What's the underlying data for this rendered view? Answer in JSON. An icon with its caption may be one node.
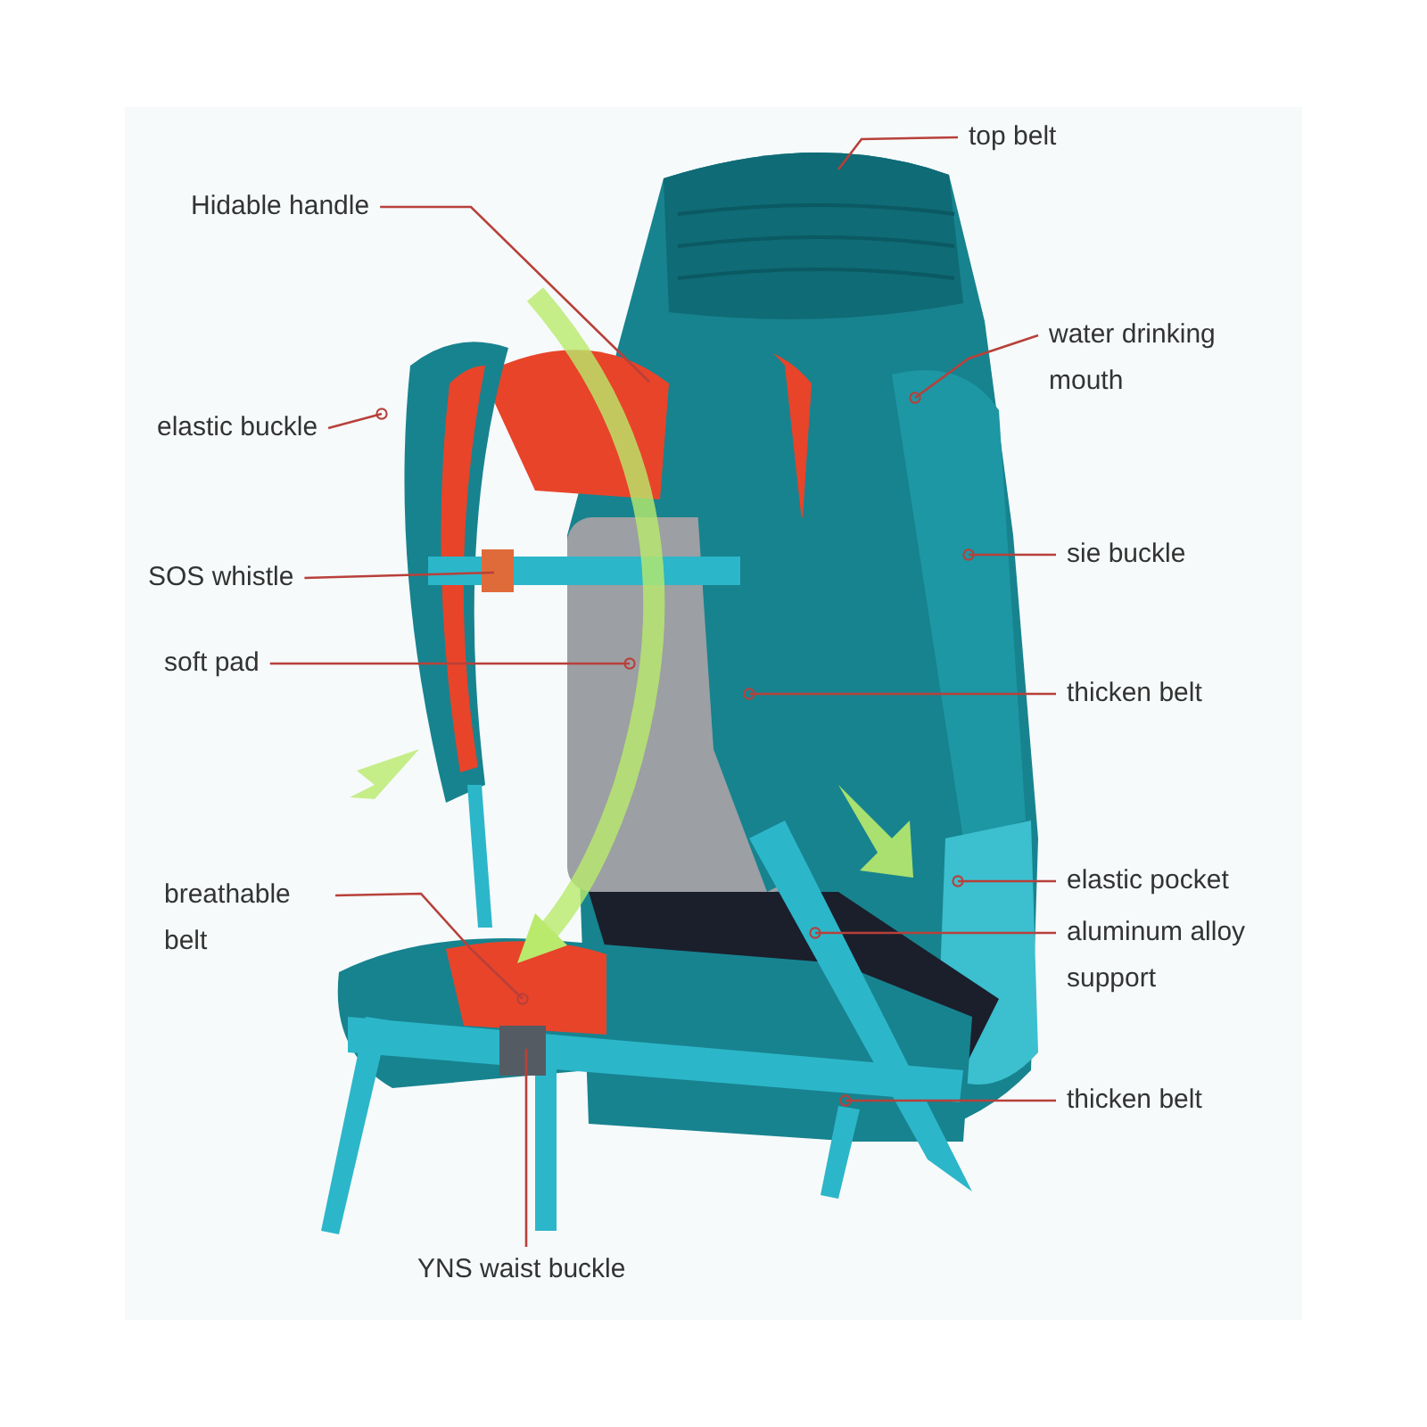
{
  "diagram": {
    "nodes": [
      {
        "text": [
          "top belt"
        ]
      },
      {
        "text": [
          "Hidable handle"
        ]
      },
      {
        "text": [
          "water drinking mouth"
        ]
      },
      {
        "text": [
          "elastic buckle"
        ]
      },
      {
        "text": [
          "SOS whistle"
        ]
      },
      {
        "text": [
          "sie buckle"
        ]
      },
      {
        "text": [
          "soft pad"
        ]
      },
      {
        "text": [
          "thicken belt"
        ]
      },
      {
        "text": [
          "breathable belt"
        ]
      },
      {
        "text": [
          "elastic pocket"
        ]
      },
      {
        "text": [
          "aluminum alloy support"
        ]
      },
      {
        "text": [
          "thicken belt"
        ]
      },
      {
        "text": [
          "YNS waist buckle"
        ]
      }
    ],
    "edges": [
      {
        "from": 0,
        "to": null,
        "arrow": "none"
      },
      {
        "from": 1,
        "to": null,
        "arrow": "none"
      },
      {
        "from": 2,
        "to": null,
        "arrow": "other"
      },
      {
        "from": 3,
        "to": null,
        "arrow": "other"
      },
      {
        "from": 4,
        "to": null,
        "arrow": "none"
      },
      {
        "from": 5,
        "to": null,
        "arrow": "other"
      },
      {
        "from": 6,
        "to": null,
        "arrow": "other"
      },
      {
        "from": 7,
        "to": null,
        "arrow": "other"
      },
      {
        "from": 8,
        "to": null,
        "arrow": "other"
      },
      {
        "from": 9,
        "to": null,
        "arrow": "other"
      },
      {
        "from": 10,
        "to": null,
        "arrow": "other"
      },
      {
        "from": 11,
        "to": null,
        "arrow": "other"
      },
      {
        "from": 12,
        "to": null,
        "arrow": "none"
      }
    ]
  }
}
